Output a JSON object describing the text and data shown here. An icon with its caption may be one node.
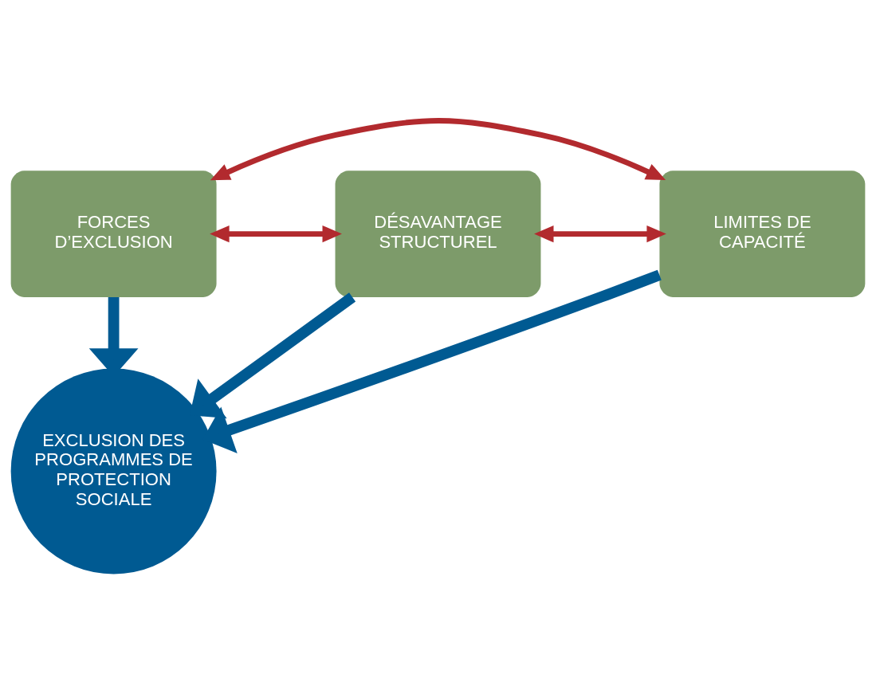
{
  "diagram": {
    "nodes": [
      {
        "text": [
          "FORCES D’EXCLUSION"
        ]
      },
      {
        "text": [
          "EXCLUSION DES PROGRAMMES DE PROTECTION SOCIALE"
        ]
      },
      {
        "text": [
          "DÉSAVANTAGE STRUCTUREL"
        ]
      },
      {
        "text": [
          "LIMITES DE CAPACITÉ"
        ]
      }
    ],
    "edges": [
      {
        "from": 0,
        "to": 1,
        "arrow": "to",
        "style": "thick",
        "color": "#005a92"
      },
      {
        "from": 2,
        "to": 1,
        "arrow": "to",
        "style": "thick",
        "color": "#005a92"
      },
      {
        "from": 3,
        "to": 1,
        "arrow": "to",
        "style": "thick",
        "color": "#005a92"
      },
      {
        "from": 0,
        "to": 2,
        "arrow": "both",
        "color": "#b22a2e"
      },
      {
        "from": 0,
        "to": 3,
        "arrow": "both",
        "color": "#b22a2e"
      },
      {
        "from": 2,
        "to": 3,
        "arrow": "both",
        "color": "#b22a2e"
      }
    ]
  }
}
